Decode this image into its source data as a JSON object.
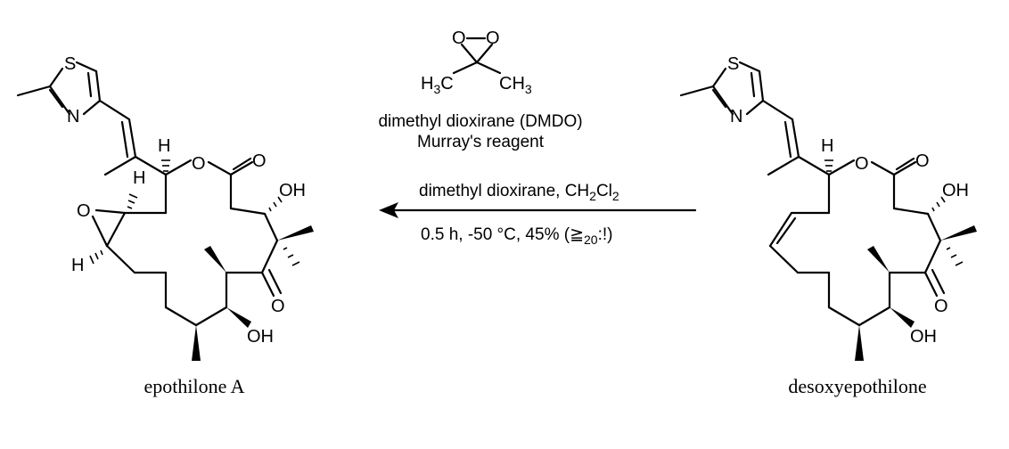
{
  "compounds": {
    "product_name": "epothilone A",
    "start_name": "desoxyepothilone"
  },
  "reagent": {
    "formula_left_prefix": "H",
    "formula_left_sub": "3",
    "formula_left_suffix": "C",
    "formula_right_prefix": "CH",
    "formula_right_sub": "3",
    "ring_o_left": "O",
    "ring_o_right": "O",
    "name_line1": "dimethyl dioxirane (DMDO)",
    "name_line2": "Murray's reagent"
  },
  "conditions": {
    "line1_prefix": "dimethyl dioxirane, CH",
    "line1_sub1": "2",
    "line1_mid": "Cl",
    "line1_sub2": "2",
    "line2_prefix": "0.5 h, -50 °C, 45% (≧",
    "line2_sub": "20",
    "line2_suffix": ":!)"
  },
  "atoms": {
    "S": "S",
    "N": "N",
    "O": "O",
    "H": "H",
    "OH": "OH"
  }
}
